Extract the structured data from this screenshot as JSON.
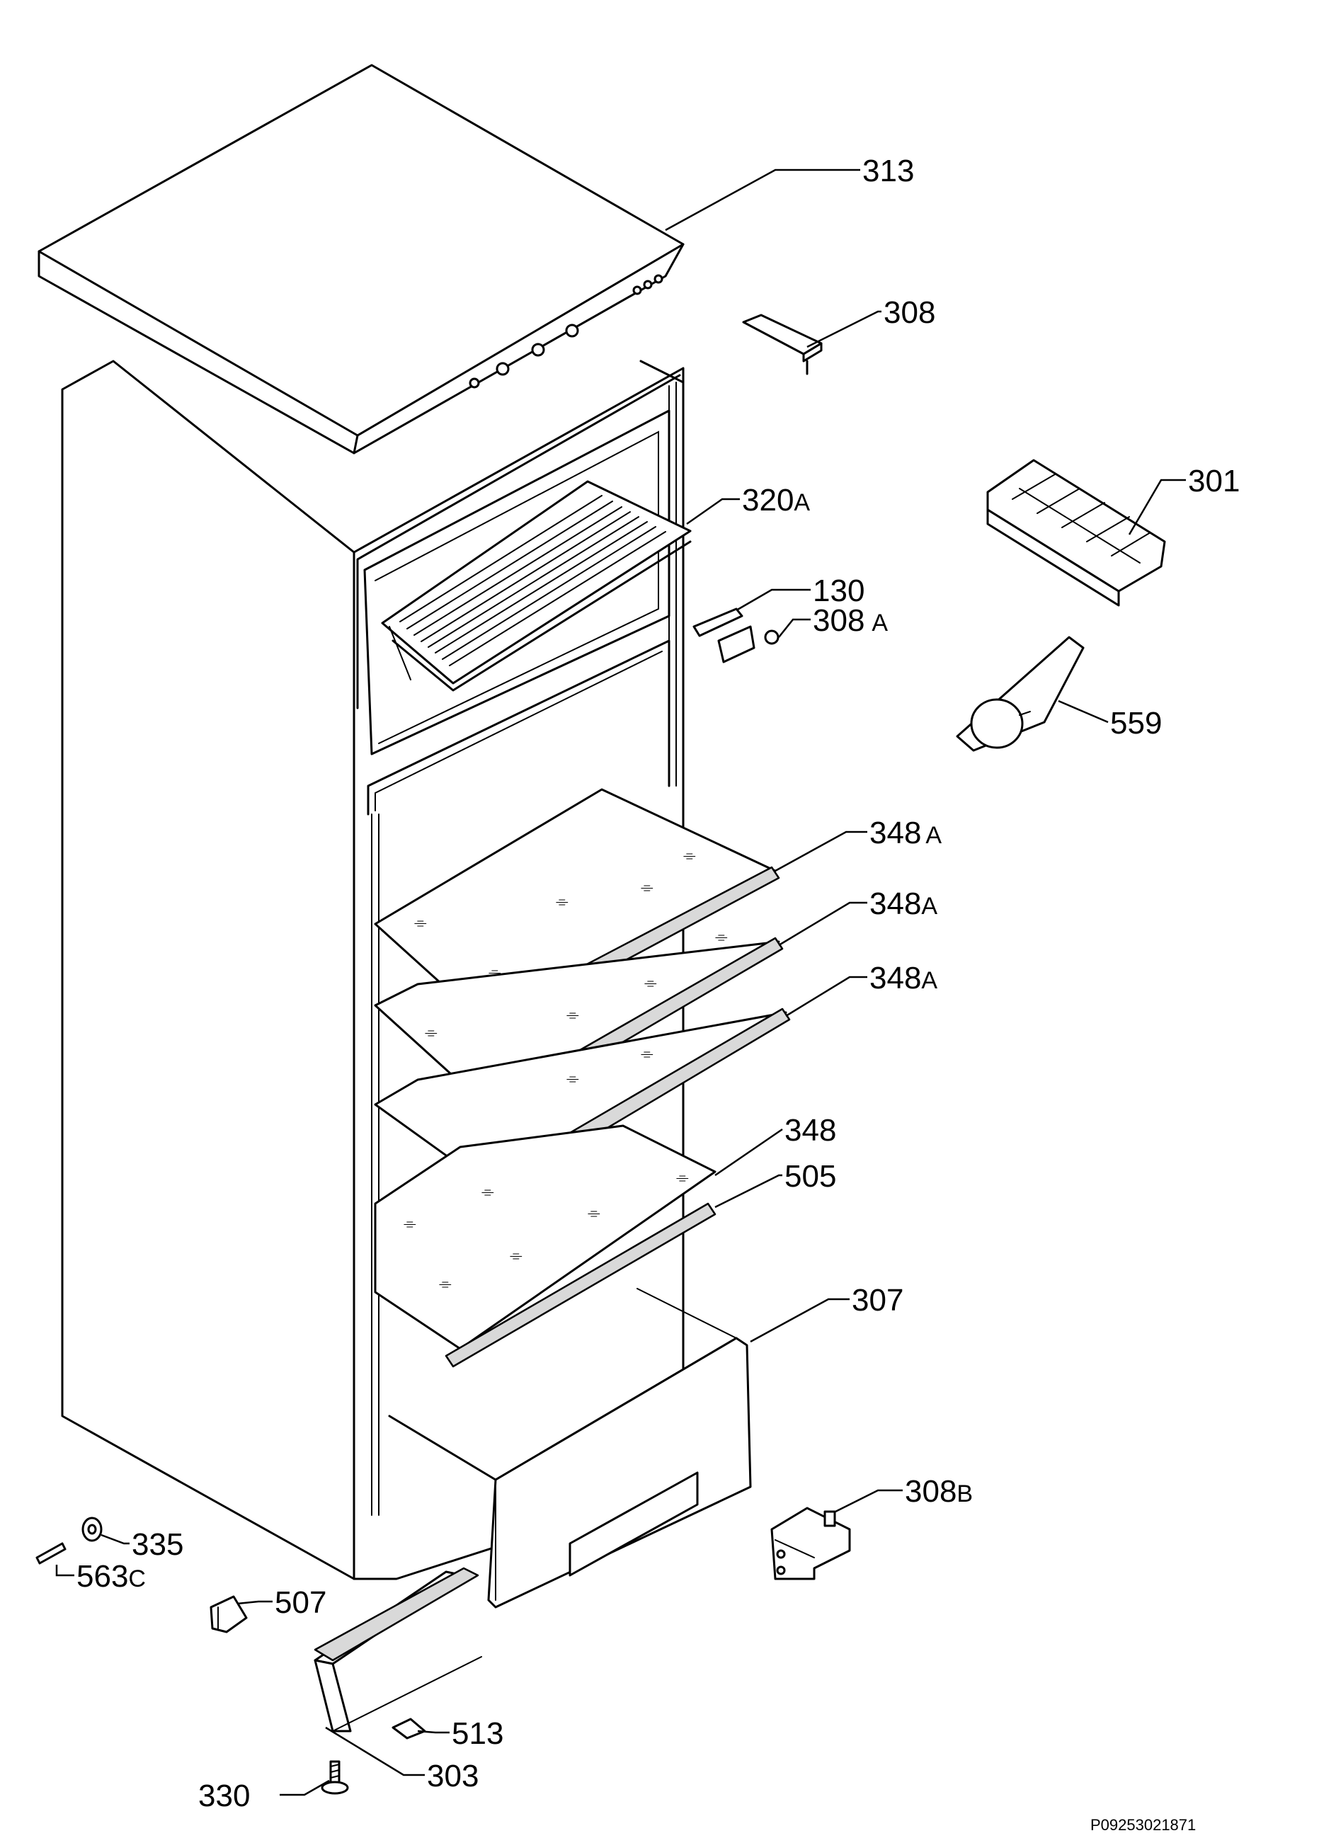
{
  "diagram": {
    "reference_code": "P09253021871",
    "callouts": [
      {
        "id": "c313",
        "number": "313",
        "suffix": ""
      },
      {
        "id": "c308",
        "number": "308",
        "suffix": ""
      },
      {
        "id": "c301",
        "number": "301",
        "suffix": ""
      },
      {
        "id": "c320a",
        "number": "320",
        "suffix": "A"
      },
      {
        "id": "c130",
        "number": "130",
        "suffix": ""
      },
      {
        "id": "c308a",
        "number": "308",
        "suffix": "A"
      },
      {
        "id": "c559",
        "number": "559",
        "suffix": ""
      },
      {
        "id": "c348a1",
        "number": "348",
        "suffix": "A"
      },
      {
        "id": "c348a2",
        "number": "348",
        "suffix": "A"
      },
      {
        "id": "c348a3",
        "number": "348",
        "suffix": "A"
      },
      {
        "id": "c348",
        "number": "348",
        "suffix": ""
      },
      {
        "id": "c505",
        "number": "505",
        "suffix": ""
      },
      {
        "id": "c307",
        "number": "307",
        "suffix": ""
      },
      {
        "id": "c308b",
        "number": "308",
        "suffix": "B"
      },
      {
        "id": "c335",
        "number": "335",
        "suffix": ""
      },
      {
        "id": "c563c",
        "number": "563",
        "suffix": "C"
      },
      {
        "id": "c507",
        "number": "507",
        "suffix": ""
      },
      {
        "id": "c513",
        "number": "513",
        "suffix": ""
      },
      {
        "id": "c330",
        "number": "330",
        "suffix": ""
      },
      {
        "id": "c303",
        "number": "303",
        "suffix": ""
      }
    ]
  }
}
